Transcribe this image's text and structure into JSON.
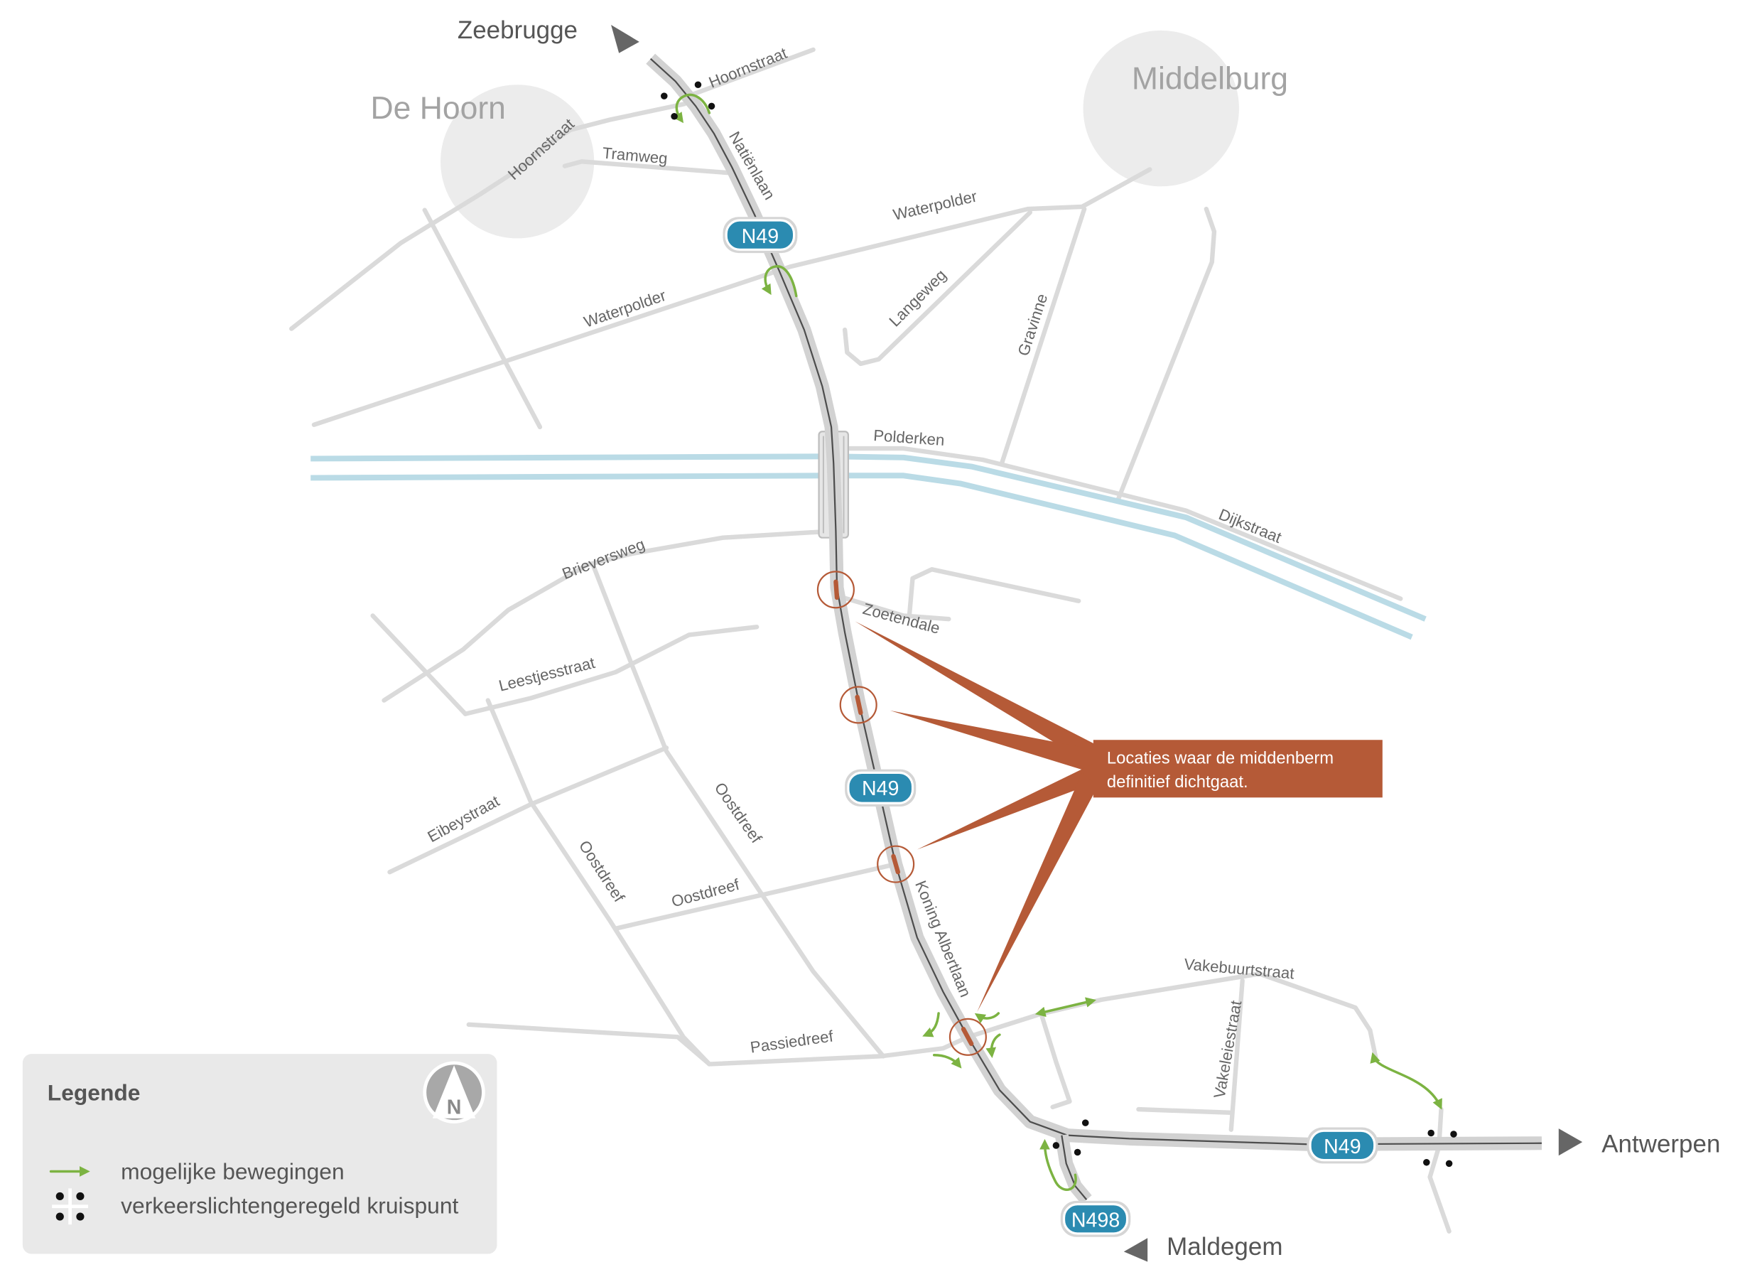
{
  "places": {
    "zeebrugge": "Zeebrugge",
    "de_hoorn": "De Hoorn",
    "middelburg": "Middelburg",
    "antwerpen": "Antwerpen",
    "maldegem": "Maldegem"
  },
  "streets": {
    "hoornstraat_east": "Hoornstraat",
    "hoornstraat_west": "Hoornstraat",
    "tramweg": "Tramweg",
    "natienlaan": "Natiënlaan",
    "waterpolder_east": "Waterpolder",
    "waterpolder_west": "Waterpolder",
    "langeweg": "Langeweg",
    "gravinne": "Gravinne",
    "polderken": "Polderken",
    "dijkstraat": "Dijkstraat",
    "brieversweg": "Brieversweg",
    "zoetendale": "Zoetendale",
    "leestjesstraat": "Leestjesstraat",
    "eibeystraat": "Eibeystraat",
    "oostdreef_west": "Oostdreef",
    "oostdreef_middle": "Oostdreef",
    "oostdreef_south": "Oostdreef",
    "koning_albertlaan": "Koning Albertlaan",
    "passiedreef": "Passiedreef",
    "vakebuurtstraat": "Vakebuurtstraat",
    "vakeleiestraat": "Vakeleiestraat"
  },
  "road_badges": [
    "N49",
    "N49",
    "N49",
    "N498"
  ],
  "callout": {
    "lines": [
      "Locaties waar de middenberm",
      "definitief dichtgaat."
    ]
  },
  "legend": {
    "title": "Legende",
    "compass_letter": "N",
    "compass_icon": "north-arrow-icon",
    "items": [
      {
        "icon": "green-arrow-icon",
        "label": "mogelijke bewegingen"
      },
      {
        "icon": "traffic-light-junction-icon",
        "label": "verkeerslichtengeregeld kruispunt"
      }
    ]
  },
  "colors": {
    "road": "#dadada",
    "highway": "#d2d2d2",
    "highway_line": "#4d4d4d",
    "canal": "#badbe6",
    "town": "#ececec",
    "accent": "#b55a37",
    "green": "#7cb342",
    "badge": "#2b8bb1",
    "legend_bg": "#e9e9e9",
    "text": "#555555"
  }
}
